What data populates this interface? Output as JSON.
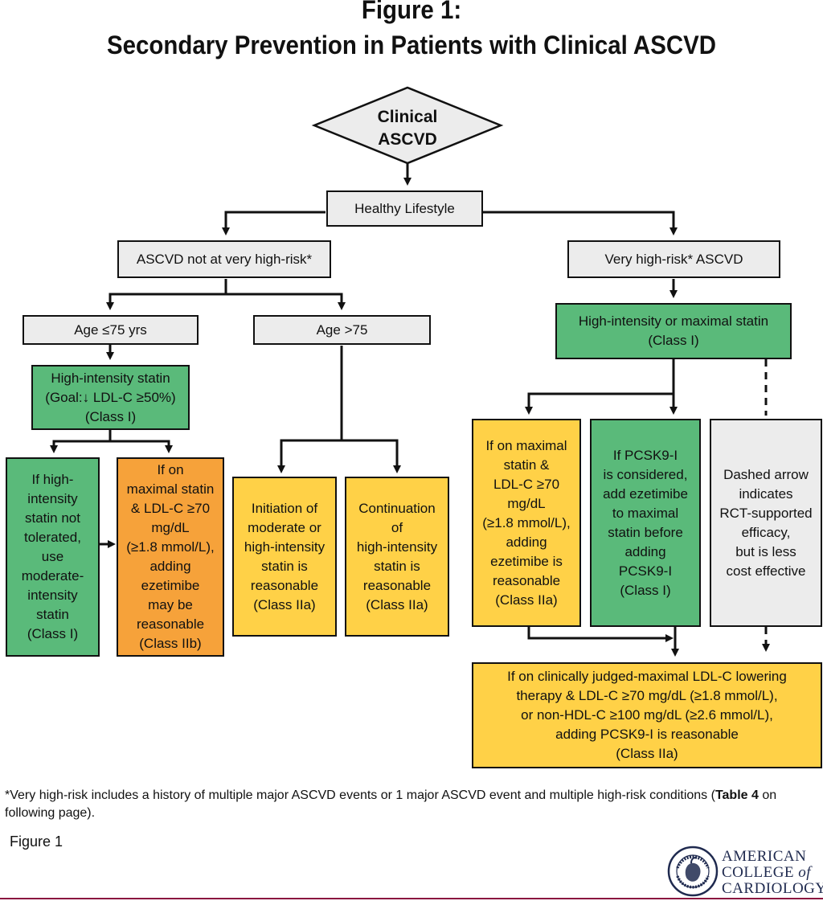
{
  "figure": {
    "title_line1": "Figure 1:",
    "title_line2": "Secondary Prevention in Patients with Clinical ASCVD",
    "label": "Figure 1"
  },
  "nodes": {
    "clinical_ascvd": [
      "Clinical",
      "ASCVD"
    ],
    "healthy_lifestyle": [
      "Healthy Lifestyle"
    ],
    "not_very_high_risk": [
      "ASCVD not at very high-risk*"
    ],
    "very_high_risk": [
      "Very high-risk* ASCVD"
    ],
    "age_le75": [
      "Age ≤75 yrs"
    ],
    "age_gt75": [
      "Age >75"
    ],
    "high_intensity_statin": [
      "High-intensity statin",
      "(Goal:↓ LDL-C ≥50%)",
      "(Class I)"
    ],
    "high_or_max_statin": [
      "High-intensity or maximal statin",
      "(Class I)"
    ],
    "not_tolerated": [
      "If high-",
      "intensity",
      "statin not",
      "tolerated,",
      "use",
      "moderate-",
      "intensity",
      "statin",
      "(Class I)"
    ],
    "max_statin_ezetimibe_iib": [
      "If on",
      "maximal statin",
      "& LDL-C ≥70",
      "mg/dL",
      "(≥1.8 mmol/L),",
      "adding",
      "ezetimibe",
      "may be",
      "reasonable",
      "(Class IIb)"
    ],
    "initiation_moderate": [
      "Initiation of",
      "moderate or",
      "high-intensity",
      "statin is",
      "reasonable",
      "(Class IIa)"
    ],
    "continuation_high": [
      "Continuation",
      "of",
      "high-intensity",
      "statin is",
      "reasonable",
      "(Class IIa)"
    ],
    "max_statin_ezetimibe_iia": [
      "If on maximal",
      "statin &",
      "LDL-C ≥70",
      "mg/dL",
      "(≥1.8 mmol/L),",
      "adding",
      "ezetimibe is",
      "reasonable",
      "(Class IIa)"
    ],
    "pcsk9_considered": [
      "If PCSK9-I",
      "is considered,",
      "add ezetimibe",
      "to maximal",
      "statin before",
      "adding",
      "PCSK9-I",
      "(Class I)"
    ],
    "dashed_note": [
      "Dashed arrow",
      "indicates",
      "RCT-supported",
      "efficacy,",
      "but is less",
      "cost effective"
    ],
    "pcsk9_reasonable": [
      "If on clinically judged-maximal LDL-C lowering",
      "therapy & LDL-C ≥70 mg/dL (≥1.8 mmol/L),",
      "or non-HDL-C ≥100 mg/dL (≥2.6 mmol/L),",
      "adding PCSK9-I is reasonable",
      "(Class IIa)"
    ]
  },
  "footnote": {
    "before": "*Very high-risk includes a history of multiple major ASCVD events or 1 major ASCVD event and multiple high-risk conditions (",
    "bold": "Table 4",
    "after": " on following page)."
  },
  "logo": {
    "line1": "AMERICAN",
    "line2a": "COLLEGE ",
    "line2b": "of",
    "line3": "CARDIOLOGY",
    "seal_text": "AMERICAN COLLEGE OF CARDIOLOGY"
  },
  "colors": {
    "gray": "#ececec",
    "green": "#5aba7a",
    "yellow": "#ffd147",
    "orange": "#f6a23a",
    "brand": "#1f2a4f",
    "rule": "#8a1540"
  }
}
